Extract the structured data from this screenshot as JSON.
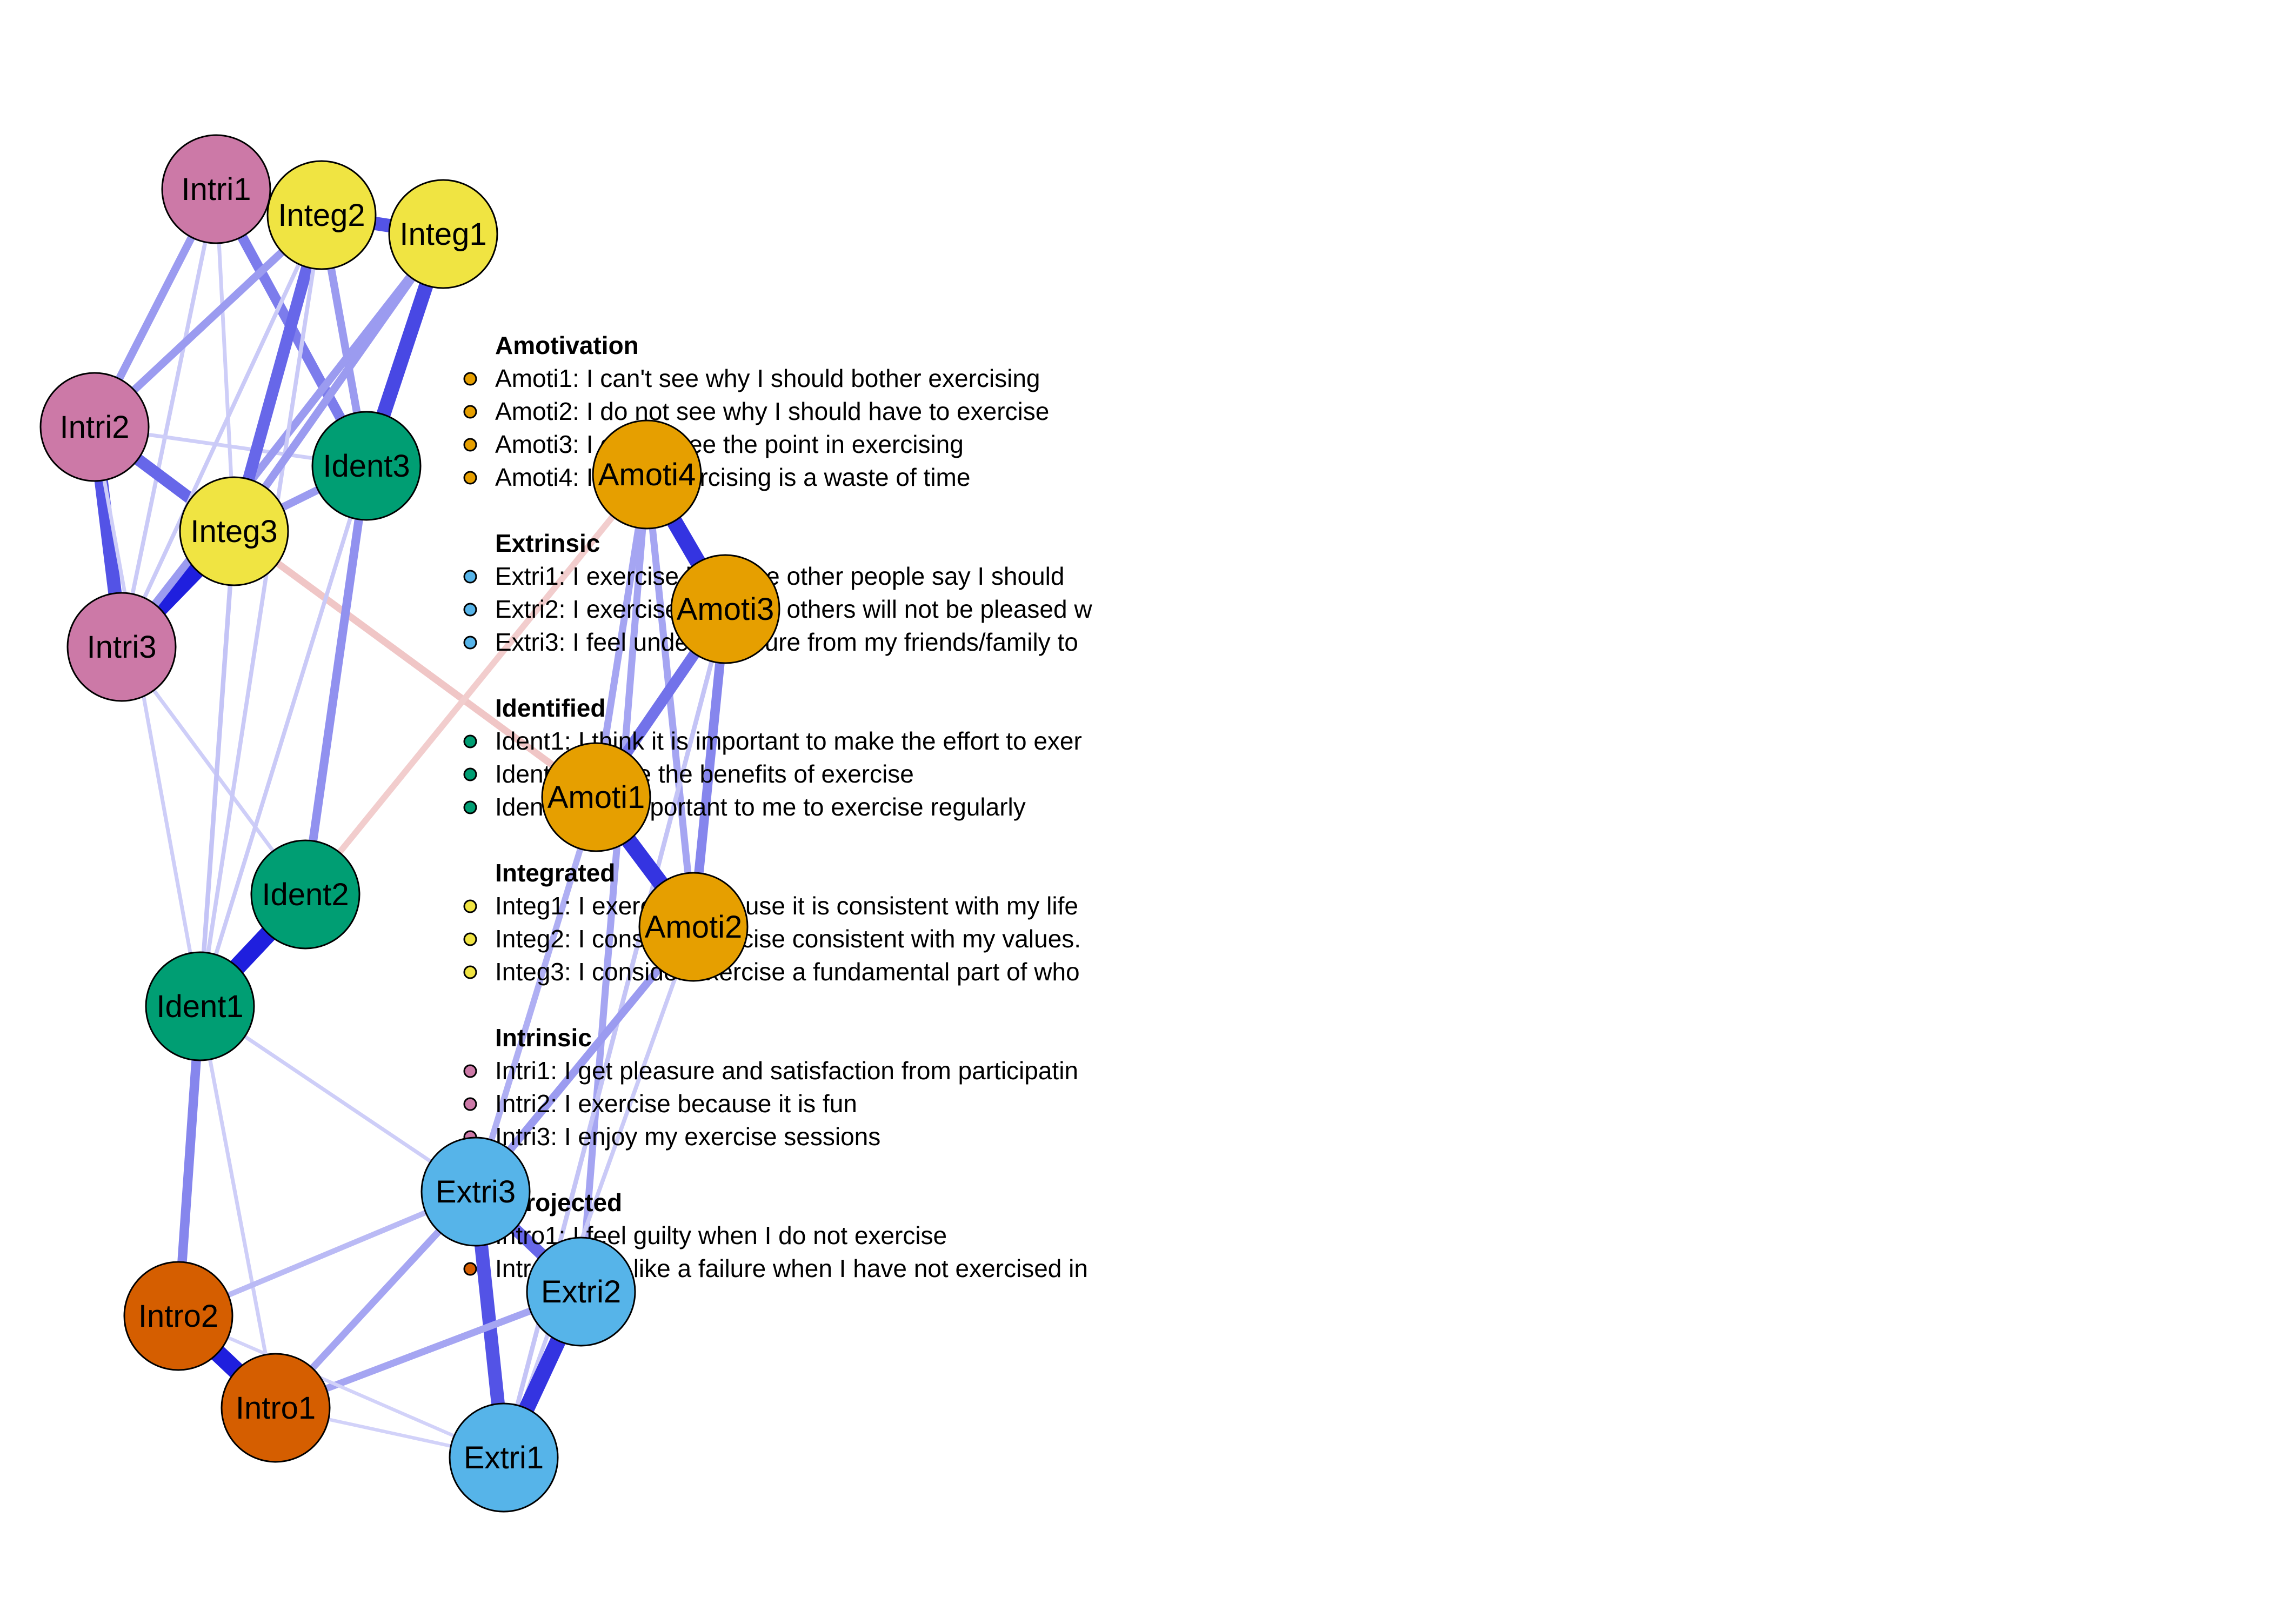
{
  "diagram": {
    "type": "network",
    "groups": [
      {
        "name": "Amotivation",
        "color": "#E69F00",
        "items": [
          {
            "id": "Amoti1",
            "text": "Amoti1: I can't see why I should bother exercising"
          },
          {
            "id": "Amoti2",
            "text": "Amoti2: I do not see why I should have to exercise"
          },
          {
            "id": "Amoti3",
            "text": "Amoti3:  I do not see the point in exercising"
          },
          {
            "id": "Amoti4",
            "text": "Amoti4:  I think exercising is a waste of time"
          }
        ]
      },
      {
        "name": "Extrinsic",
        "color": "#56B4E9",
        "items": [
          {
            "id": "Extri1",
            "text": "Extri1:  I exercise because other people say I should"
          },
          {
            "id": "Extri2",
            "text": "Extri2:  I exercise because others will not be pleased w"
          },
          {
            "id": "Extri3",
            "text": "Extri3:  I feel under pressure from my friends/family to"
          }
        ]
      },
      {
        "name": "Identified",
        "color": "#009E73",
        "items": [
          {
            "id": "Ident1",
            "text": "Ident1:  I think it is important to make the effort to exer"
          },
          {
            "id": "Ident2",
            "text": "Ident2:  I value the benefits of exercise"
          },
          {
            "id": "Ident3",
            "text": "Ident3:  It is important to me to exercise regularly"
          }
        ]
      },
      {
        "name": "Integrated",
        "color": "#F0E442",
        "items": [
          {
            "id": "Integ1",
            "text": "Integ1:  I exercise because it is consistent with my life"
          },
          {
            "id": "Integ2",
            "text": "Integ2:  I consider exercise consistent with my values."
          },
          {
            "id": "Integ3",
            "text": "Integ3:  I consider exercise a fundamental part of who"
          }
        ]
      },
      {
        "name": "Intrinsic",
        "color": "#CC79A7",
        "items": [
          {
            "id": "Intri1",
            "text": "Intri1:  I get pleasure and satisfaction from participatin"
          },
          {
            "id": "Intri2",
            "text": "Intri2:  I exercise because it is fun"
          },
          {
            "id": "Intri3",
            "text": "Intri3:  I enjoy my exercise sessions"
          }
        ]
      },
      {
        "name": "Introjected",
        "color": "#D55E00",
        "items": [
          {
            "id": "Intro1",
            "text": "Intro1:  I feel guilty when I do not exercise"
          },
          {
            "id": "Intro2",
            "text": "Intro2:  I feel like a failure when I have not exercised in"
          }
        ]
      }
    ],
    "nodes": [
      {
        "id": "Intri1",
        "label": "Intri1",
        "group": "Intrinsic"
      },
      {
        "id": "Integ2",
        "label": "Integ2",
        "group": "Integrated"
      },
      {
        "id": "Integ1",
        "label": "Integ1",
        "group": "Integrated"
      },
      {
        "id": "Intri2",
        "label": "Intri2",
        "group": "Intrinsic"
      },
      {
        "id": "Ident3",
        "label": "Ident3",
        "group": "Identified"
      },
      {
        "id": "Integ3",
        "label": "Integ3",
        "group": "Integrated"
      },
      {
        "id": "Intri3",
        "label": "Intri3",
        "group": "Intrinsic"
      },
      {
        "id": "Amoti4",
        "label": "Amoti4",
        "group": "Amotivation"
      },
      {
        "id": "Amoti3",
        "label": "Amoti3",
        "group": "Amotivation"
      },
      {
        "id": "Amoti1",
        "label": "Amoti1",
        "group": "Amotivation"
      },
      {
        "id": "Ident2",
        "label": "Ident2",
        "group": "Identified"
      },
      {
        "id": "Amoti2",
        "label": "Amoti2",
        "group": "Amotivation"
      },
      {
        "id": "Ident1",
        "label": "Ident1",
        "group": "Identified"
      },
      {
        "id": "Extri3",
        "label": "Extri3",
        "group": "Extrinsic"
      },
      {
        "id": "Extri2",
        "label": "Extri2",
        "group": "Extrinsic"
      },
      {
        "id": "Intro2",
        "label": "Intro2",
        "group": "Introjected"
      },
      {
        "id": "Intro1",
        "label": "Intro1",
        "group": "Introjected"
      },
      {
        "id": "Extri1",
        "label": "Extri1",
        "group": "Extrinsic"
      }
    ],
    "edges": [
      {
        "from": "Intri1",
        "to": "Intri2",
        "sign": "positive",
        "strength": 0.35
      },
      {
        "from": "Intri1",
        "to": "Intri3",
        "sign": "positive",
        "strength": 0.12
      },
      {
        "from": "Intri1",
        "to": "Integ3",
        "sign": "positive",
        "strength": 0.1
      },
      {
        "from": "Intri1",
        "to": "Ident3",
        "sign": "positive",
        "strength": 0.5
      },
      {
        "from": "Intri2",
        "to": "Integ2",
        "sign": "positive",
        "strength": 0.35
      },
      {
        "from": "Intri2",
        "to": "Intri3",
        "sign": "positive",
        "strength": 0.7
      },
      {
        "from": "Intri2",
        "to": "Integ3",
        "sign": "positive",
        "strength": 0.6
      },
      {
        "from": "Intri2",
        "to": "Ident3",
        "sign": "positive",
        "strength": 0.1
      },
      {
        "from": "Intri2",
        "to": "Ident1",
        "sign": "positive",
        "strength": 0.1
      },
      {
        "from": "Intri3",
        "to": "Integ3",
        "sign": "positive",
        "strength": 0.95
      },
      {
        "from": "Intri3",
        "to": "Integ1",
        "sign": "positive",
        "strength": 0.35
      },
      {
        "from": "Intri3",
        "to": "Integ2",
        "sign": "positive",
        "strength": 0.12
      },
      {
        "from": "Intri3",
        "to": "Ident2",
        "sign": "positive",
        "strength": 0.1
      },
      {
        "from": "Integ2",
        "to": "Integ1",
        "sign": "positive",
        "strength": 0.7
      },
      {
        "from": "Integ2",
        "to": "Integ3",
        "sign": "positive",
        "strength": 0.6
      },
      {
        "from": "Integ2",
        "to": "Ident3",
        "sign": "positive",
        "strength": 0.35
      },
      {
        "from": "Integ2",
        "to": "Ident1",
        "sign": "positive",
        "strength": 0.12
      },
      {
        "from": "Integ1",
        "to": "Ident3",
        "sign": "positive",
        "strength": 0.75
      },
      {
        "from": "Integ1",
        "to": "Integ3",
        "sign": "positive",
        "strength": 0.35
      },
      {
        "from": "Integ3",
        "to": "Ident3",
        "sign": "positive",
        "strength": 0.35
      },
      {
        "from": "Integ3",
        "to": "Ident1",
        "sign": "positive",
        "strength": 0.15
      },
      {
        "from": "Integ3",
        "to": "Amoti1",
        "sign": "negative",
        "strength": 0.3
      },
      {
        "from": "Ident3",
        "to": "Ident2",
        "sign": "positive",
        "strength": 0.4
      },
      {
        "from": "Ident3",
        "to": "Ident1",
        "sign": "positive",
        "strength": 0.12
      },
      {
        "from": "Ident2",
        "to": "Ident1",
        "sign": "positive",
        "strength": 0.95
      },
      {
        "from": "Ident2",
        "to": "Amoti4",
        "sign": "negative",
        "strength": 0.25
      },
      {
        "from": "Ident1",
        "to": "Intro2",
        "sign": "positive",
        "strength": 0.45
      },
      {
        "from": "Ident1",
        "to": "Intro1",
        "sign": "positive",
        "strength": 0.1
      },
      {
        "from": "Ident1",
        "to": "Extri3",
        "sign": "positive",
        "strength": 0.1
      },
      {
        "from": "Amoti4",
        "to": "Amoti3",
        "sign": "positive",
        "strength": 0.85
      },
      {
        "from": "Amoti4",
        "to": "Amoti1",
        "sign": "positive",
        "strength": 0.3
      },
      {
        "from": "Amoti4",
        "to": "Amoti2",
        "sign": "positive",
        "strength": 0.3
      },
      {
        "from": "Amoti4",
        "to": "Extri2",
        "sign": "positive",
        "strength": 0.3
      },
      {
        "from": "Amoti3",
        "to": "Amoti1",
        "sign": "positive",
        "strength": 0.55
      },
      {
        "from": "Amoti3",
        "to": "Amoti2",
        "sign": "positive",
        "strength": 0.45
      },
      {
        "from": "Amoti3",
        "to": "Extri1",
        "sign": "positive",
        "strength": 0.15
      },
      {
        "from": "Amoti1",
        "to": "Amoti2",
        "sign": "positive",
        "strength": 0.85
      },
      {
        "from": "Amoti1",
        "to": "Extri3",
        "sign": "positive",
        "strength": 0.25
      },
      {
        "from": "Amoti2",
        "to": "Extri3",
        "sign": "positive",
        "strength": 0.35
      },
      {
        "from": "Amoti2",
        "to": "Extri1",
        "sign": "positive",
        "strength": 0.12
      },
      {
        "from": "Extri3",
        "to": "Extri2",
        "sign": "positive",
        "strength": 0.6
      },
      {
        "from": "Extri3",
        "to": "Extri1",
        "sign": "positive",
        "strength": 0.7
      },
      {
        "from": "Extri3",
        "to": "Intro2",
        "sign": "positive",
        "strength": 0.2
      },
      {
        "from": "Extri3",
        "to": "Intro1",
        "sign": "positive",
        "strength": 0.3
      },
      {
        "from": "Extri2",
        "to": "Extri1",
        "sign": "positive",
        "strength": 0.85
      },
      {
        "from": "Extri2",
        "to": "Intro1",
        "sign": "positive",
        "strength": 0.3
      },
      {
        "from": "Intro2",
        "to": "Intro1",
        "sign": "positive",
        "strength": 0.95
      },
      {
        "from": "Intro2",
        "to": "Extri1",
        "sign": "positive",
        "strength": 0.08
      },
      {
        "from": "Intro1",
        "to": "Extri1",
        "sign": "positive",
        "strength": 0.08
      }
    ],
    "edge_colors": {
      "positive": "#1515DD",
      "negative": "#D96B6B"
    }
  }
}
